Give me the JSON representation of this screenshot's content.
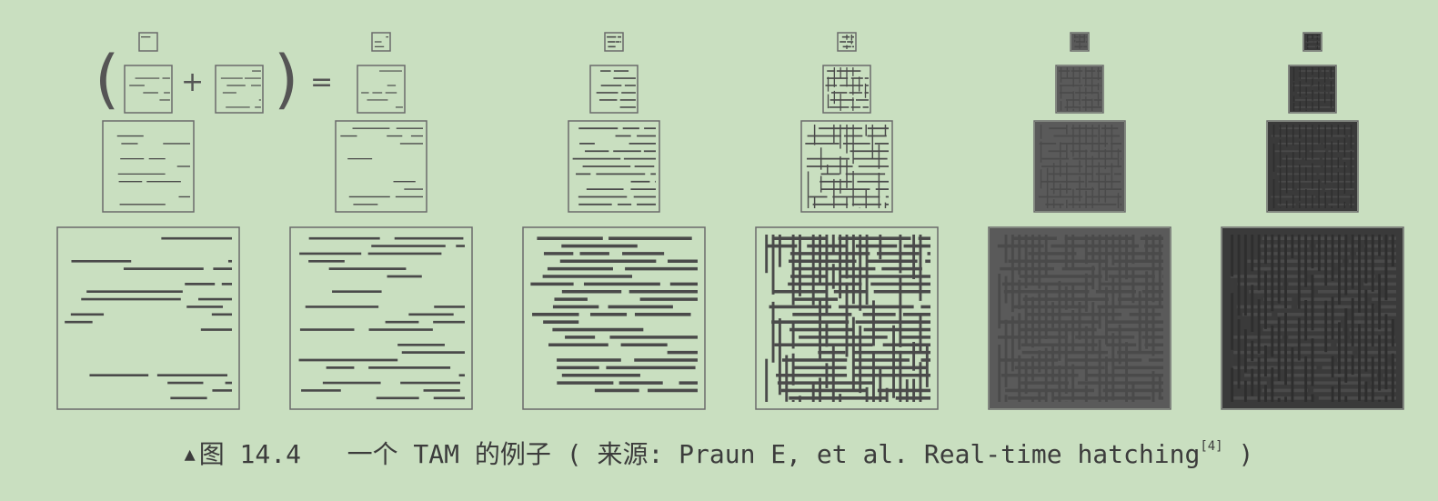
{
  "figure": {
    "columns": [
      {
        "tone": "lightest",
        "strokes": "horizontal"
      },
      {
        "tone": "light",
        "strokes": "horizontal"
      },
      {
        "tone": "medium",
        "strokes": "horizontal"
      },
      {
        "tone": "medium-dark",
        "strokes": "cross-hatch"
      },
      {
        "tone": "dark",
        "strokes": "cross-hatch"
      },
      {
        "tone": "darkest",
        "strokes": "cross-hatch"
      }
    ],
    "equation": {
      "open_paren": "(",
      "plus": "+",
      "close_paren": ")",
      "equals": "="
    }
  },
  "caption": {
    "marker": "▲",
    "label": "图 14.4",
    "text": "一个 TAM 的例子 ( 来源: Praun E, et al. Real-time hatching",
    "ref": "[4]",
    "close": " )"
  },
  "colors": {
    "background": "#c9dfc0",
    "ink": "#4a4a4a"
  }
}
